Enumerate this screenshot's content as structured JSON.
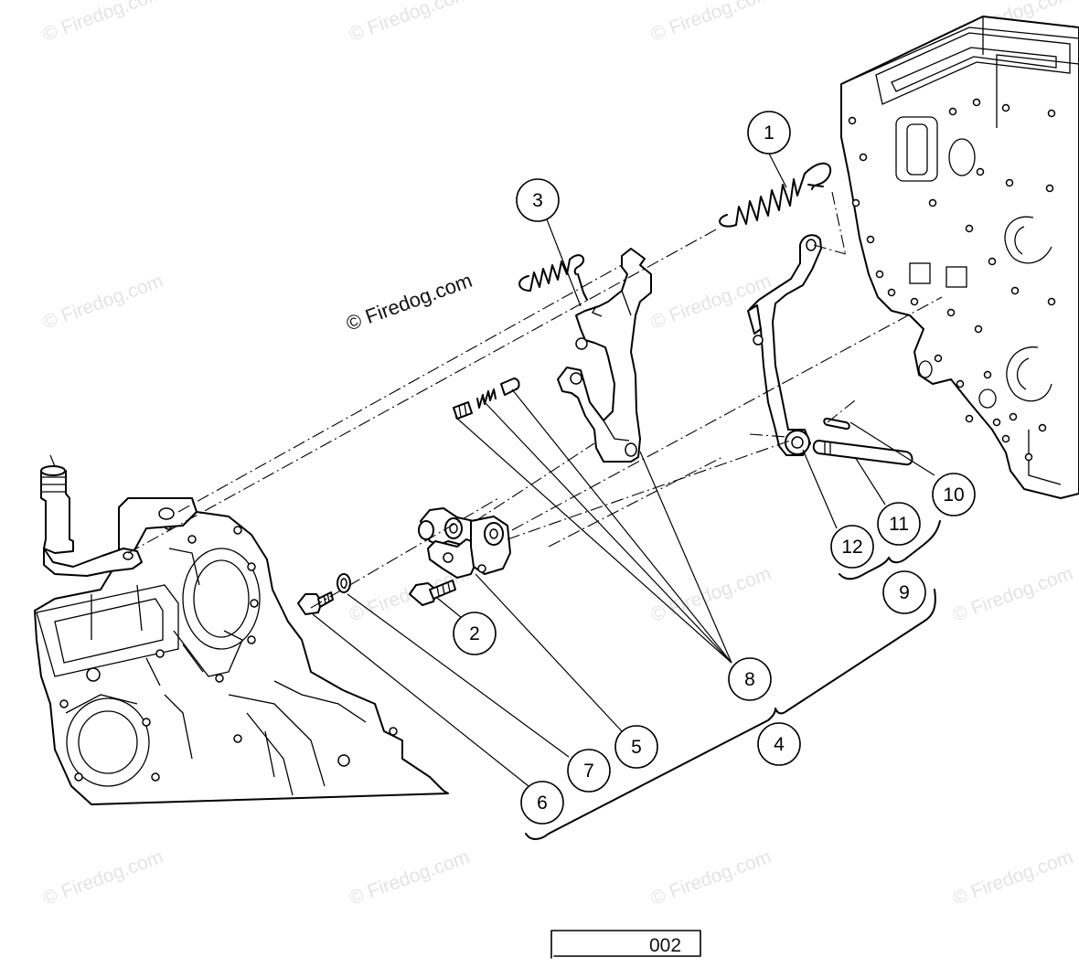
{
  "watermark": {
    "text": "© Firedog.com",
    "color": "#e3e3e3"
  },
  "credit": "© Firedog.com",
  "figure_number": "002",
  "callouts": [
    {
      "id": "1",
      "label": "1"
    },
    {
      "id": "2",
      "label": "2"
    },
    {
      "id": "3",
      "label": "3"
    },
    {
      "id": "4",
      "label": "4"
    },
    {
      "id": "5",
      "label": "5"
    },
    {
      "id": "6",
      "label": "6"
    },
    {
      "id": "7",
      "label": "7"
    },
    {
      "id": "8",
      "label": "8"
    },
    {
      "id": "9",
      "label": "9"
    },
    {
      "id": "10",
      "label": "10"
    },
    {
      "id": "11",
      "label": "11"
    },
    {
      "id": "12",
      "label": "12"
    }
  ]
}
